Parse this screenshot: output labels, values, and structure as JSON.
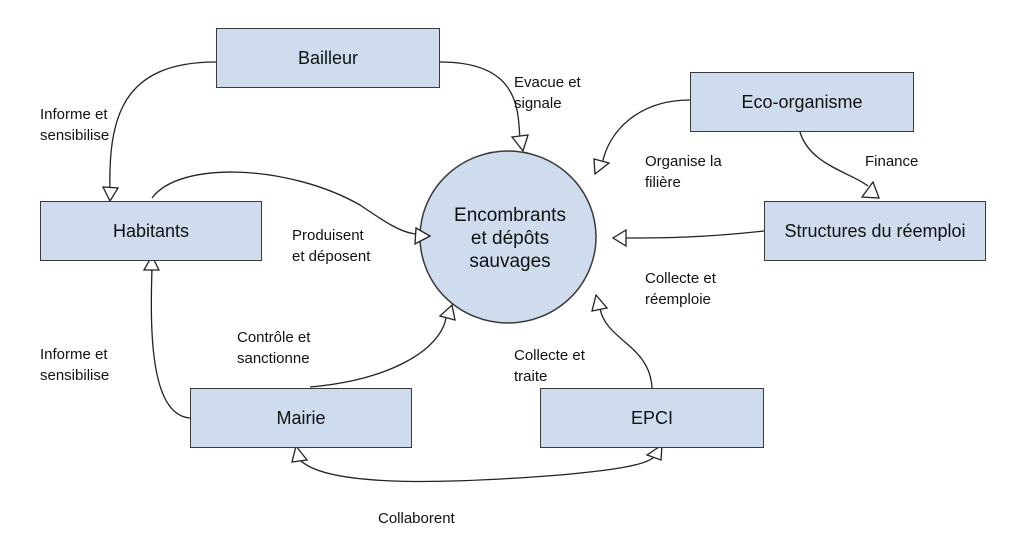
{
  "nodes": {
    "center": {
      "lines": [
        "Encombrants",
        "et dépôts",
        "sauvages"
      ]
    },
    "bailleur": "Bailleur",
    "eco_organisme": "Eco-organisme",
    "habitants": "Habitants",
    "structures_reemploi": "Structures du réemploi",
    "mairie": "Mairie",
    "epci": "EPCI"
  },
  "edges": {
    "bailleur_habitants": [
      "Informe et",
      "sensibilise"
    ],
    "bailleur_center": [
      "Evacue et",
      "signale"
    ],
    "eco_center": [
      "Organise la",
      "filière"
    ],
    "eco_structures": [
      "Finance"
    ],
    "habitants_center": [
      "Produisent",
      "et déposent"
    ],
    "structures_center": [
      "Collecte et",
      "réemploie"
    ],
    "mairie_habitants": [
      "Informe et",
      "sensibilise"
    ],
    "mairie_center": [
      "Contrôle et",
      "sanctionne"
    ],
    "epci_center": [
      "Collecte et",
      "traite"
    ],
    "mairie_epci": [
      "Collaborent"
    ]
  },
  "colors": {
    "node_fill": "#cfdcee",
    "center_fill": "#cfdcee",
    "stroke": "#3a3a3a"
  }
}
